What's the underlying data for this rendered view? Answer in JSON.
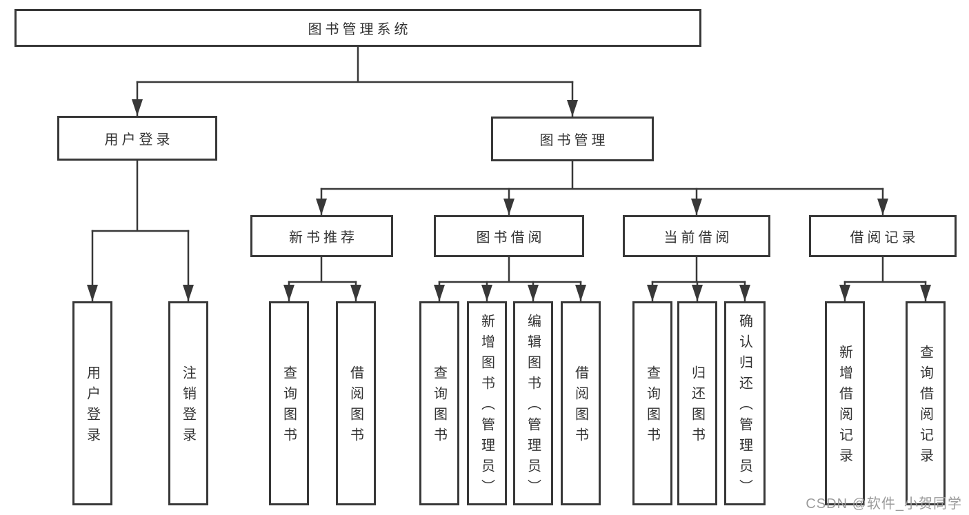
{
  "diagram": {
    "root": {
      "label": "图书管理系统"
    },
    "login_branch": {
      "label": "用户登录",
      "children": [
        {
          "label": "用户登录"
        },
        {
          "label": "注销登录"
        }
      ]
    },
    "mgmt_branch": {
      "label": "图书管理",
      "sections": [
        {
          "label": "新书推荐",
          "children": [
            {
              "label": "查询图书"
            },
            {
              "label": "借阅图书"
            }
          ]
        },
        {
          "label": "图书借阅",
          "children": [
            {
              "label": "查询图书"
            },
            {
              "label": "新增图书（管理员）"
            },
            {
              "label": "编辑图书（管理员）"
            },
            {
              "label": "借阅图书"
            }
          ]
        },
        {
          "label": "当前借阅",
          "children": [
            {
              "label": "查询图书"
            },
            {
              "label": "归还图书"
            },
            {
              "label": "确认归还（管理员）"
            }
          ]
        },
        {
          "label": "借阅记录",
          "children": [
            {
              "label": "新增借阅记录"
            },
            {
              "label": "查询借阅记录"
            }
          ]
        }
      ]
    }
  },
  "watermark": {
    "text": "CSDN @软件_小贺同学"
  },
  "colors": {
    "line": "#383838",
    "box_border": "#383838",
    "text": "#333333",
    "watermark": "#9b9b9b",
    "background": "#ffffff"
  }
}
